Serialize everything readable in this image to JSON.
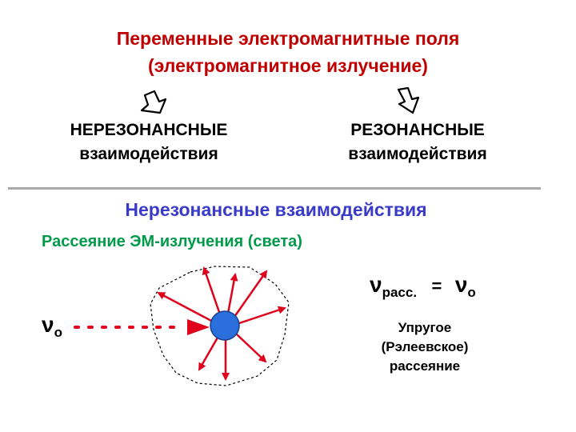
{
  "title": {
    "line1": "Переменные электромагнитные поля",
    "line2": "(электромагнитное излучение)"
  },
  "branches": [
    {
      "line1": "НЕРЕЗОНАНСНЫЕ",
      "line2": "взаимодействия"
    },
    {
      "line1": "РЕЗОНАНСНЫЕ",
      "line2": "взаимодействия"
    }
  ],
  "subtitle": "Нерезонансные взаимодействия",
  "section_label": "Рассеяние ЭМ-излучения (света)",
  "incident": {
    "symbol": "ν",
    "subscript": "о"
  },
  "equation": {
    "left_symbol": "ν",
    "left_subscript": "расс.",
    "operator": "=",
    "right_symbol": "ν",
    "right_subscript": "о"
  },
  "description": {
    "line1": "Упругое",
    "line2": "(Рэлеевское)",
    "line3": "рассеяние"
  },
  "colors": {
    "title": "#c00000",
    "subtitle": "#3a3ac8",
    "section": "#009a4a",
    "arrows": "#e0001b",
    "particle": "#2a6fdb",
    "divider": "#a9a9a9"
  },
  "icons": {
    "branch_arrows": "hollow-down-arrow",
    "particle": "circle",
    "scattered_rays": "red-arrow"
  }
}
